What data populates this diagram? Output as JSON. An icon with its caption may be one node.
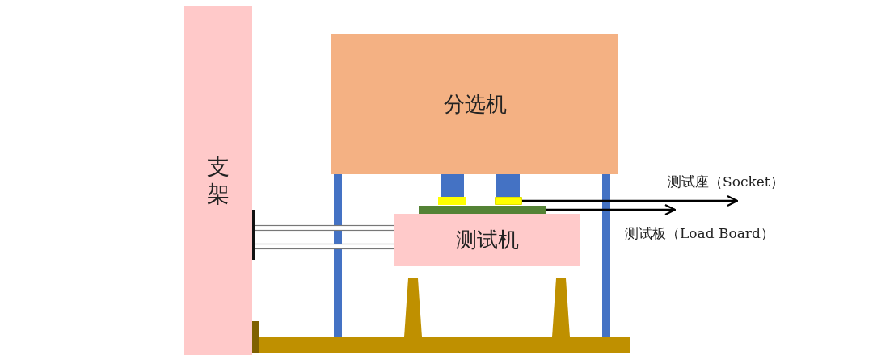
{
  "diagram": {
    "nodes": [
      {
        "text": [
          "支架"
        ]
      },
      {
        "text": [
          "分选机"
        ]
      },
      {
        "text": [
          "测试机"
        ]
      },
      {
        "text": [
          "测试座（Socket）"
        ]
      },
      {
        "text": [],
        "shape": "box"
      },
      {
        "text": [
          "测试板（Load Board）"
        ]
      },
      {
        "text": [],
        "shape": "bar"
      }
    ],
    "edges": [
      {
        "from": 4,
        "to": 3,
        "arrow": "to"
      },
      {
        "from": 6,
        "to": 5,
        "arrow": "to"
      }
    ]
  }
}
